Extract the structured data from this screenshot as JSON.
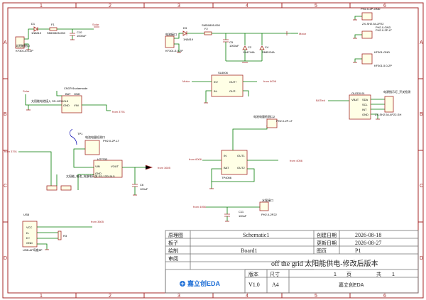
{
  "grid": {
    "columns": [
      "1",
      "2",
      "3",
      "4",
      "5",
      "6"
    ],
    "rows": [
      "A",
      "B",
      "C",
      "D"
    ]
  },
  "components": {
    "j1": {
      "ref": "太阳能接口",
      "part": "KF301-5.0-2P"
    },
    "d1": {
      "ref": "D1",
      "part": "1N5819"
    },
    "f1": {
      "ref": "F1",
      "part": "SMD0805-050"
    },
    "c10": {
      "ref": "C10",
      "value": "1000uF"
    },
    "solar_net": "Solar",
    "j2": {
      "ref": "电池接口",
      "part": "KF301-5.0-2P"
    },
    "d3": {
      "ref": "D3",
      "part": "1N5819"
    },
    "f2": {
      "ref": "F2",
      "part": "SMD0805-050"
    },
    "c5": {
      "ref": "C5",
      "value": "1000uF"
    },
    "c2": {
      "ref": "C2",
      "part": "1N4744A"
    },
    "c4": {
      "ref": "C4",
      "part": "SMBJ24A"
    },
    "motor_net": "Motor",
    "u_sl8006": {
      "ref": "SL8006",
      "pin_in_p": "IN+",
      "pin_in_n": "IN-",
      "pin_out_p": "OUT+",
      "pin_out_n": "OUT-",
      "label_motor": "Motor",
      "label_from": "from 6006"
    },
    "u_cn3791": {
      "ref": "CN3791solarmode",
      "bat": "BAT",
      "gnd": "GND",
      "vin": "VIN",
      "gnd2": "GND",
      "label_solar": "Solar",
      "label_to": "from 3791",
      "note": "太阳能电池接入 SS-12D10L5"
    },
    "u_ht7333": {
      "ref": "HT7333",
      "vin": "VIN",
      "gnd": "GND",
      "vout": "VOUT",
      "label_from": "from 3791",
      "label_to": "from 3605",
      "note": "太阳能_电池_充放电开关 SS-12D10L5",
      "conn": "电池电量检测口",
      "conn_part": "PH2.0-2P-LT",
      "tp": "TP1"
    },
    "c_out": {
      "ref": "C6",
      "value": "100uF"
    },
    "u_tp4056": {
      "ref": "TP4056",
      "bat": "BAT",
      "in": "IN",
      "out1": "OUT1",
      "out2": "OUT2",
      "label_in": "from 6006",
      "label_out": "from 4056",
      "conn": "电池电量检测口2",
      "conn_part": "PH2.0-2P-LT"
    },
    "c11": {
      "ref": "C11",
      "value": "100uF",
      "label": "from 4056",
      "conn": "水泵接口",
      "conn_part": "PH2.0-2P22"
    },
    "u_usb": {
      "ref": "USB",
      "pins": [
        "VCC",
        "D-",
        "D+",
        "GND"
      ],
      "part": "USB-AF母座8P",
      "label": "from 3605",
      "r": "R3"
    },
    "j_top1": {
      "ref": "PH2.0-2P-GND",
      "part": "ZX-SH2.54-2P22"
    },
    "j_top2": {
      "ref": "PH2.0-GND",
      "part": "PH2.0-2P-LT"
    },
    "j_top3": {
      "ref": "KF301-GND",
      "part": "KF301-5.0-2P"
    },
    "u_oled": {
      "ref": "OLED0.91",
      "pins": [
        "VBAT",
        "SDA",
        "SCL",
        "INT",
        "GND"
      ],
      "label": "BATled",
      "conn": "电源指示灯_开关检测",
      "conn_part": "ZX-SH2.54-4P22-SH"
    }
  },
  "title_block": {
    "drawing_label": "原理图",
    "drawing_value": "Schematic1",
    "board_label": "板子",
    "board_value": "Board1",
    "drawn_label": "绘制",
    "review_label": "审阅",
    "created_label": "创建日期",
    "created_value": "2026-08-18",
    "updated_label": "更新日期",
    "updated_value": "2026-08-27",
    "sheet_label": "图页",
    "sheet_value": "P1",
    "title": "off the grid 太阳能供电-修改后版本",
    "version_label": "版本",
    "size_label": "尺寸",
    "version_value": "V1.0",
    "size_value": "A4",
    "page_label": "页",
    "page_value": "1",
    "total_label": "共",
    "total_value": "1",
    "logo_text": "嘉立创EDA",
    "company": "嘉立创EDA"
  }
}
